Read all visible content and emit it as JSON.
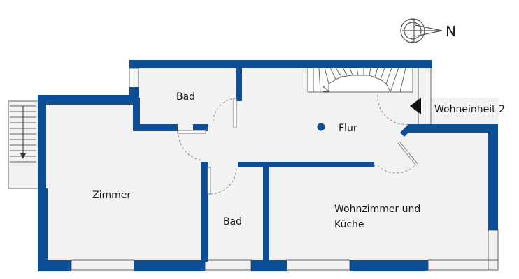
{
  "compass": {
    "label": "N"
  },
  "rooms": {
    "bad_top": "Bad",
    "flur": "Flur",
    "zimmer": "Zimmer",
    "bad_bottom": "Bad",
    "wohnzimmer_line1": "Wohnzimmer und",
    "wohnzimmer_line2": "Küche"
  },
  "annotations": {
    "unit": "Wohneinheit 2"
  },
  "colors": {
    "wall": "#0d4f96",
    "floor": "#f2f2f2",
    "outline": "#555555",
    "door": "#888888"
  }
}
